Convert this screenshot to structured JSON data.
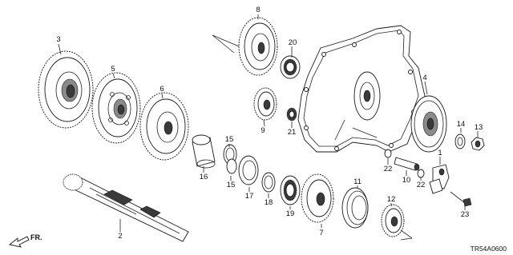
{
  "diagram": {
    "catalog_code": "TR54A0600",
    "direction_label": "FR.",
    "callouts": {
      "c1": "1",
      "c2": "2",
      "c3": "3",
      "c4": "4",
      "c5": "5",
      "c6": "6",
      "c7": "7",
      "c8": "8",
      "c9": "9",
      "c10": "10",
      "c11": "11",
      "c12": "12",
      "c13": "13",
      "c14": "14",
      "c15a": "15",
      "c15b": "15",
      "c16": "16",
      "c17": "17",
      "c18": "18",
      "c19": "19",
      "c20": "20",
      "c21": "21",
      "c22a": "22",
      "c22b": "22",
      "c23": "23"
    }
  }
}
